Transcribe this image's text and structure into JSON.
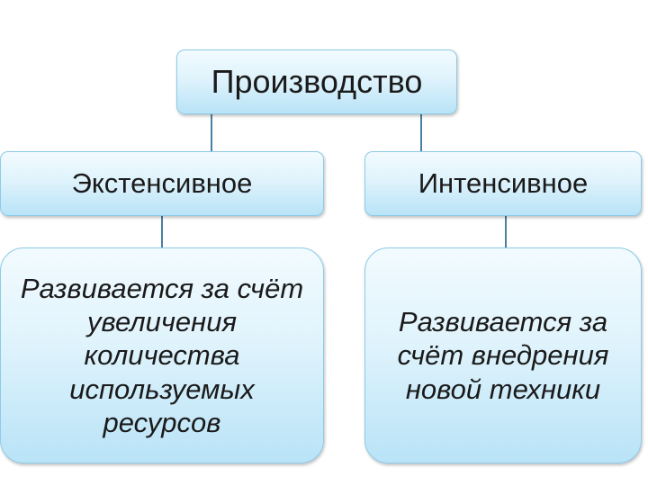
{
  "root": {
    "label": "Производство"
  },
  "branches": [
    {
      "label": "Экстенсивное",
      "description": "Развивается за счёт увеличения количества используемых ресурсов"
    },
    {
      "label": "Интенсивное",
      "description": "Развивается за счёт внедрения новой техники"
    }
  ],
  "colors": {
    "box_fill_top": "#f2fbff",
    "box_fill_bottom": "#b9e3f7",
    "box_border": "#8ecbe6",
    "connector": "#4a7fa0"
  }
}
